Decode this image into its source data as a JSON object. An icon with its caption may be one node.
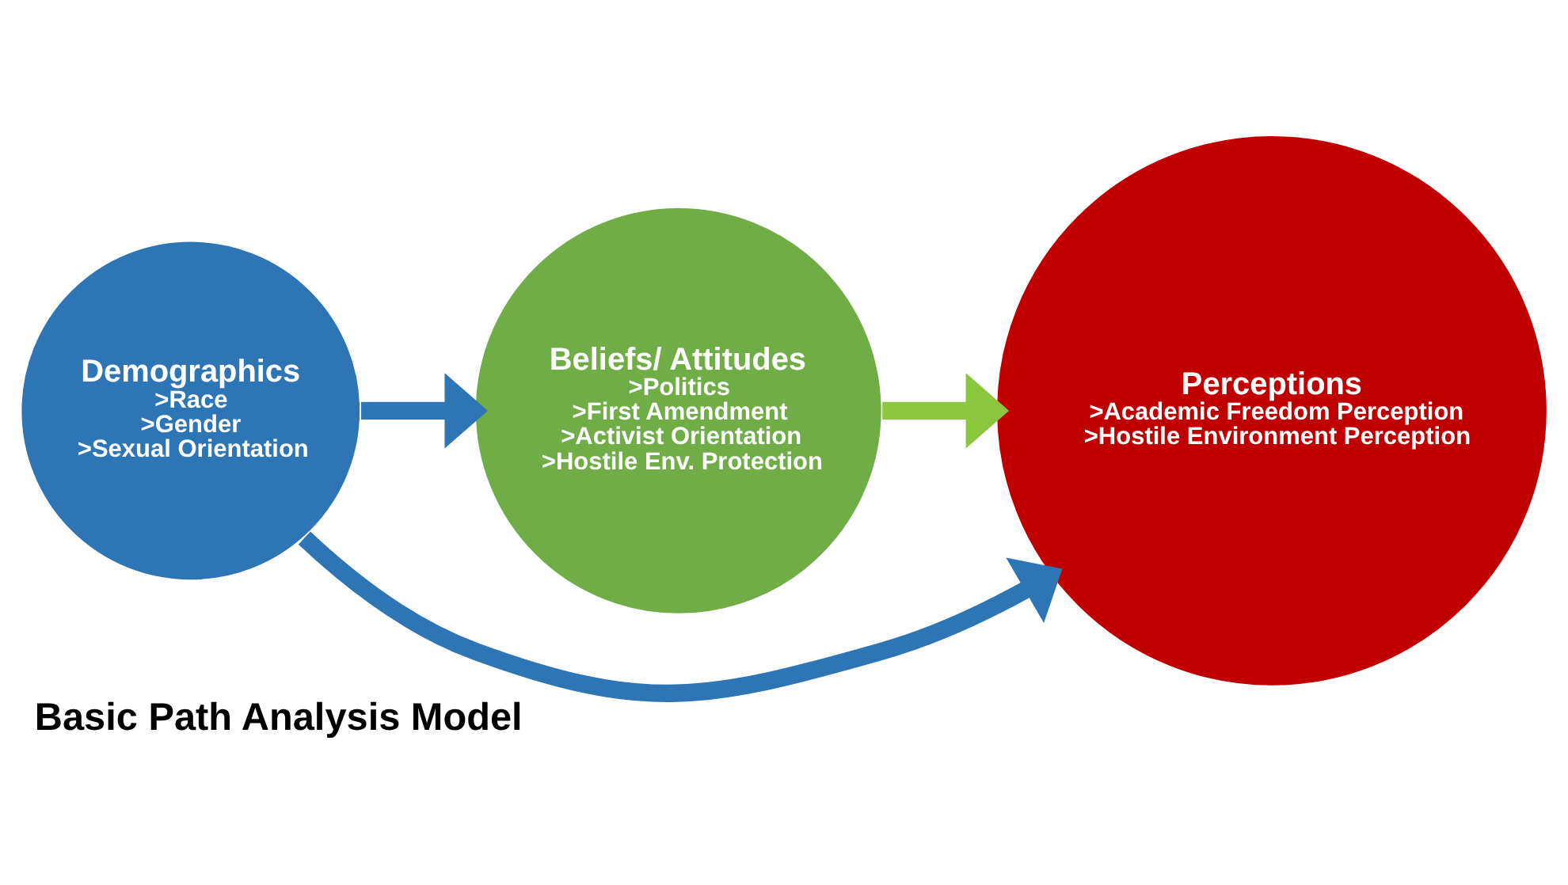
{
  "diagram": {
    "title": "Basic Path Analysis Model",
    "nodes": [
      {
        "text": [
          "Demographics",
          ">Race",
          ">Gender",
          ">Sexual Orientation"
        ]
      },
      {
        "text": [
          "Beliefs/ Attitudes",
          ">Politics",
          ">First Amendment",
          ">Activist Orientation",
          ">Hostile Env. Protection"
        ]
      },
      {
        "text": [
          "Perceptions",
          ">Academic Freedom Perception",
          ">Hostile Environment Perception"
        ]
      }
    ],
    "edges": [
      {
        "from": 0,
        "to": 2,
        "arrow": "to"
      },
      {
        "from": 0,
        "to": 1,
        "arrow": "to"
      },
      {
        "from": 1,
        "to": 2,
        "arrow": "to",
        "color": "#8cc63f"
      }
    ]
  }
}
